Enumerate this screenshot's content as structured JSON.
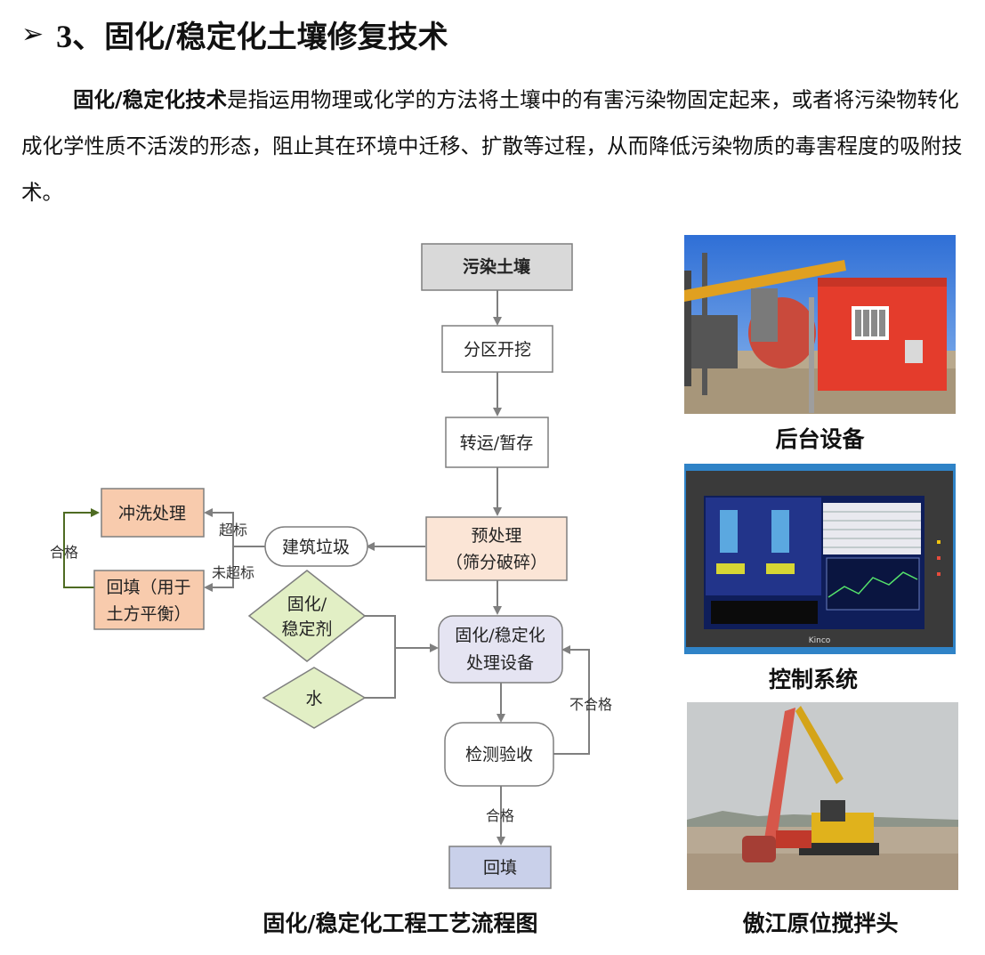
{
  "heading": {
    "marker": "➢",
    "number": "3、",
    "text": "固化/稳定化土壤修复技术"
  },
  "paragraph": {
    "bold_term": "固化/稳定化技术",
    "body": "是指运用物理或化学的方法将土壤中的有害污染物固定起来，或者将污染物转化成化学性质不活泼的形态，阻止其在环境中迁移、扩散等过程，从而降低污染物质的毒害程度的吸附技术。"
  },
  "flowchart": {
    "caption": "固化/稳定化工程工艺流程图",
    "nodes": {
      "contaminated_soil": "污染土壤",
      "excavation": "分区开挖",
      "transfer": "转运/暂存",
      "pretreat_line1": "预处理",
      "pretreat_line2": "（筛分破碎）",
      "construction_waste": "建筑垃圾",
      "wash": "冲洗处理",
      "backfill_side_line1": "回填（用于",
      "backfill_side_line2": "土方平衡）",
      "agent_line1": "固化/",
      "agent_line2": "稳定剂",
      "water": "水",
      "equipment_line1": "固化/稳定化",
      "equipment_line2": "处理设备",
      "inspection": "检测验收",
      "backfill": "回填"
    },
    "edge_labels": {
      "exceed": "超标",
      "not_exceed": "未超标",
      "qualified_side": "合格",
      "unqualified": "不合格",
      "qualified": "合格"
    }
  },
  "photos": [
    {
      "caption": "后台设备"
    },
    {
      "caption": "控制系统",
      "brand": "Kinco"
    },
    {
      "caption": "傲江原位搅拌头"
    }
  ],
  "colors": {
    "gray_box": "#d9d9d9",
    "peach_box": "#fbe5d6",
    "salmon_box": "#f8cbad",
    "green_diamond": "#e2efc5",
    "lavender_box": "#e5e4f2",
    "blue_box": "#c9d0ea",
    "arrow": "#7f7f7f",
    "green_arrow": "#4e6b22"
  }
}
